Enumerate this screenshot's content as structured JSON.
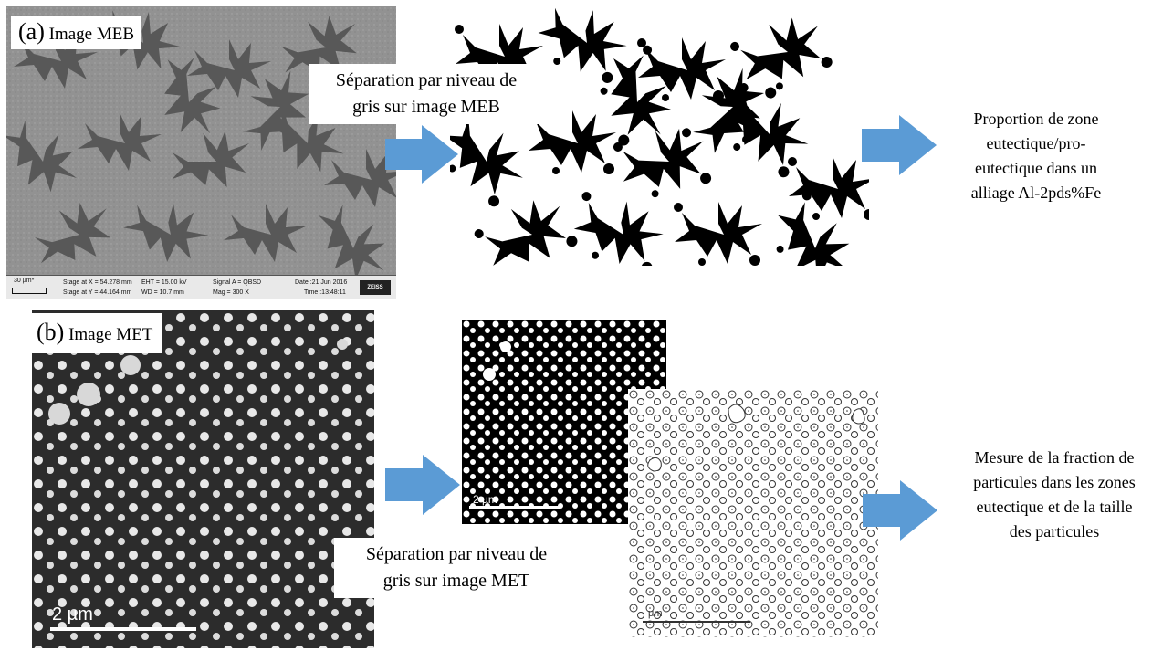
{
  "panel_a": {
    "letter": "(a)",
    "label": "Image MEB",
    "sem_info": {
      "scale": "30 µm*",
      "stage_x": "Stage at X = 54.278 mm",
      "stage_y": "Stage at Y = 44.164 mm",
      "eht": "EHT = 15.00 kV",
      "wd": "WD = 10.7 mm",
      "signal": "Signal A = QBSD",
      "mag": "Mag =    300 X",
      "date": "Date :21 Jun 2016",
      "time": "Time :13:48:11",
      "brand": "ZEISS"
    },
    "step_caption_line1": "Séparation par niveau de",
    "step_caption_line2": "gris sur image MEB",
    "result_lines": [
      "Proportion de zone",
      "eutectique/pro-",
      "eutectique dans un",
      "alliage Al-2pds%Fe"
    ]
  },
  "panel_b": {
    "letter": "(b)",
    "label": "Image MET",
    "scale_main": "2 µm",
    "scale_binary": "2 µm",
    "scale_outline": "μm",
    "step_caption_line1": "Séparation par niveau de",
    "step_caption_line2": "gris sur image MET",
    "result_lines": [
      "Mesure de la fraction de",
      "particules dans les zones",
      "eutectique et de la taille",
      "des particules"
    ]
  },
  "colors": {
    "arrow_fill": "#5b9bd5",
    "sem_gray": "#8f8f8f",
    "sem_dark": "#575757",
    "met_bg": "#2c2c2c",
    "particle": "#e8e8e8"
  },
  "icons": {
    "arrow": "right-arrow-icon"
  }
}
